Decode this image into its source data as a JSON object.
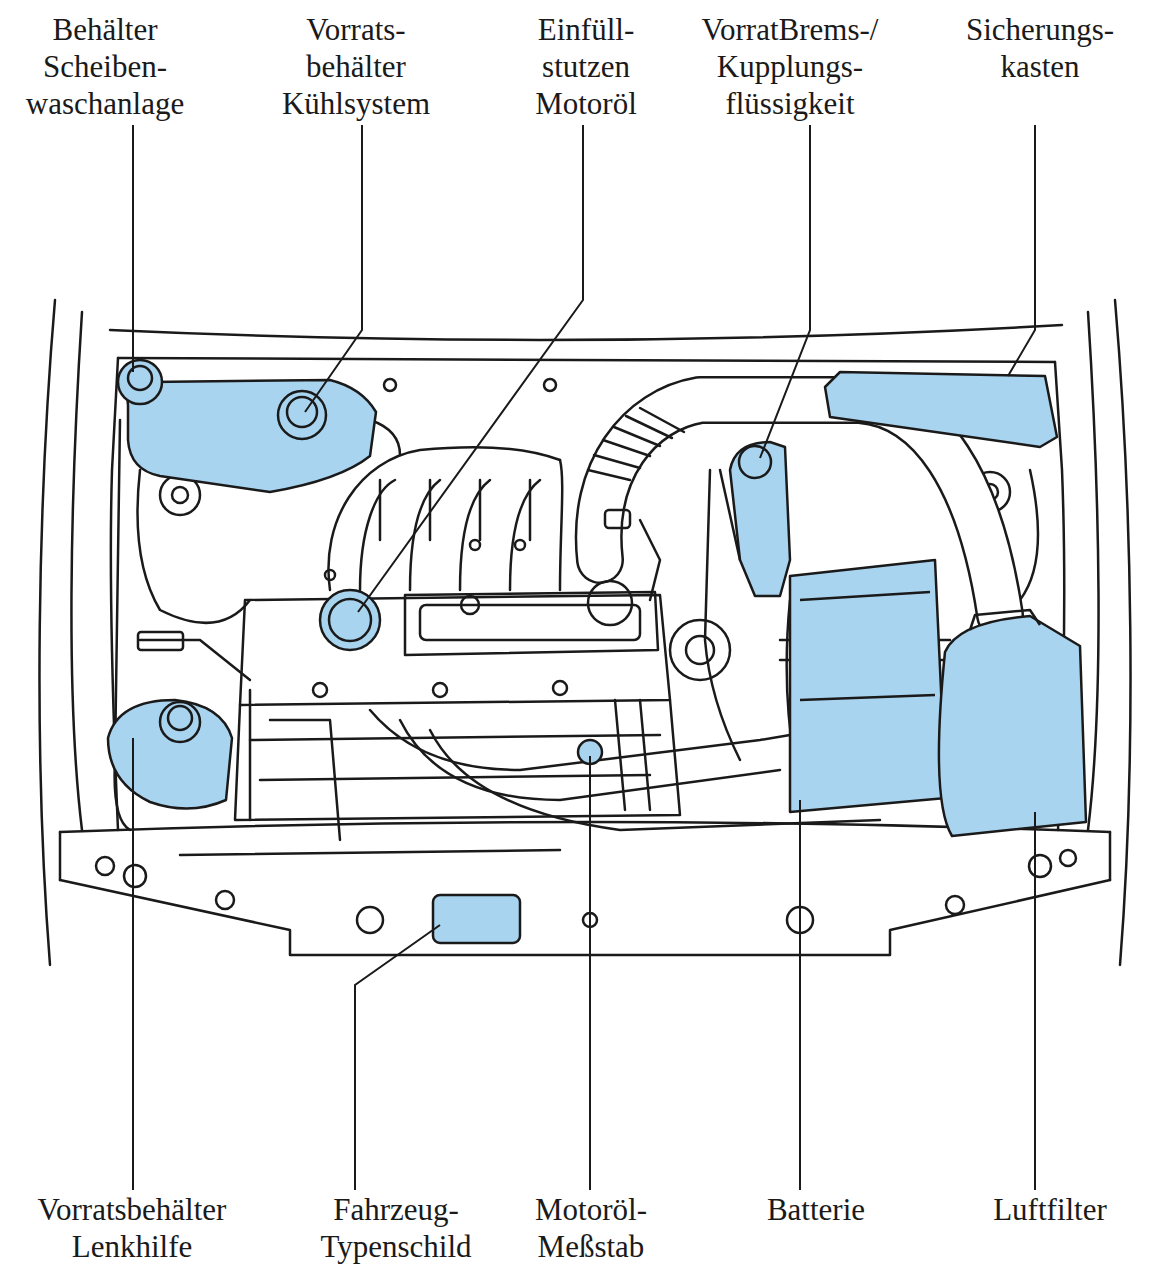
{
  "diagram": {
    "labels": [
      "Behälter Scheiben- waschanlage",
      "Vorrats- behälter Kühlsystem",
      "Einfüll- stutzen Motoröl",
      "VorratBrems-/ Kupplungs- flüssigkeit",
      "Sicherungs- kasten",
      "Vorratsbehälter Lenkhilfe",
      "Fahrzeug- Typenschild",
      "Motoröl- Meßstab",
      "Batterie",
      "Luftfilter"
    ]
  }
}
